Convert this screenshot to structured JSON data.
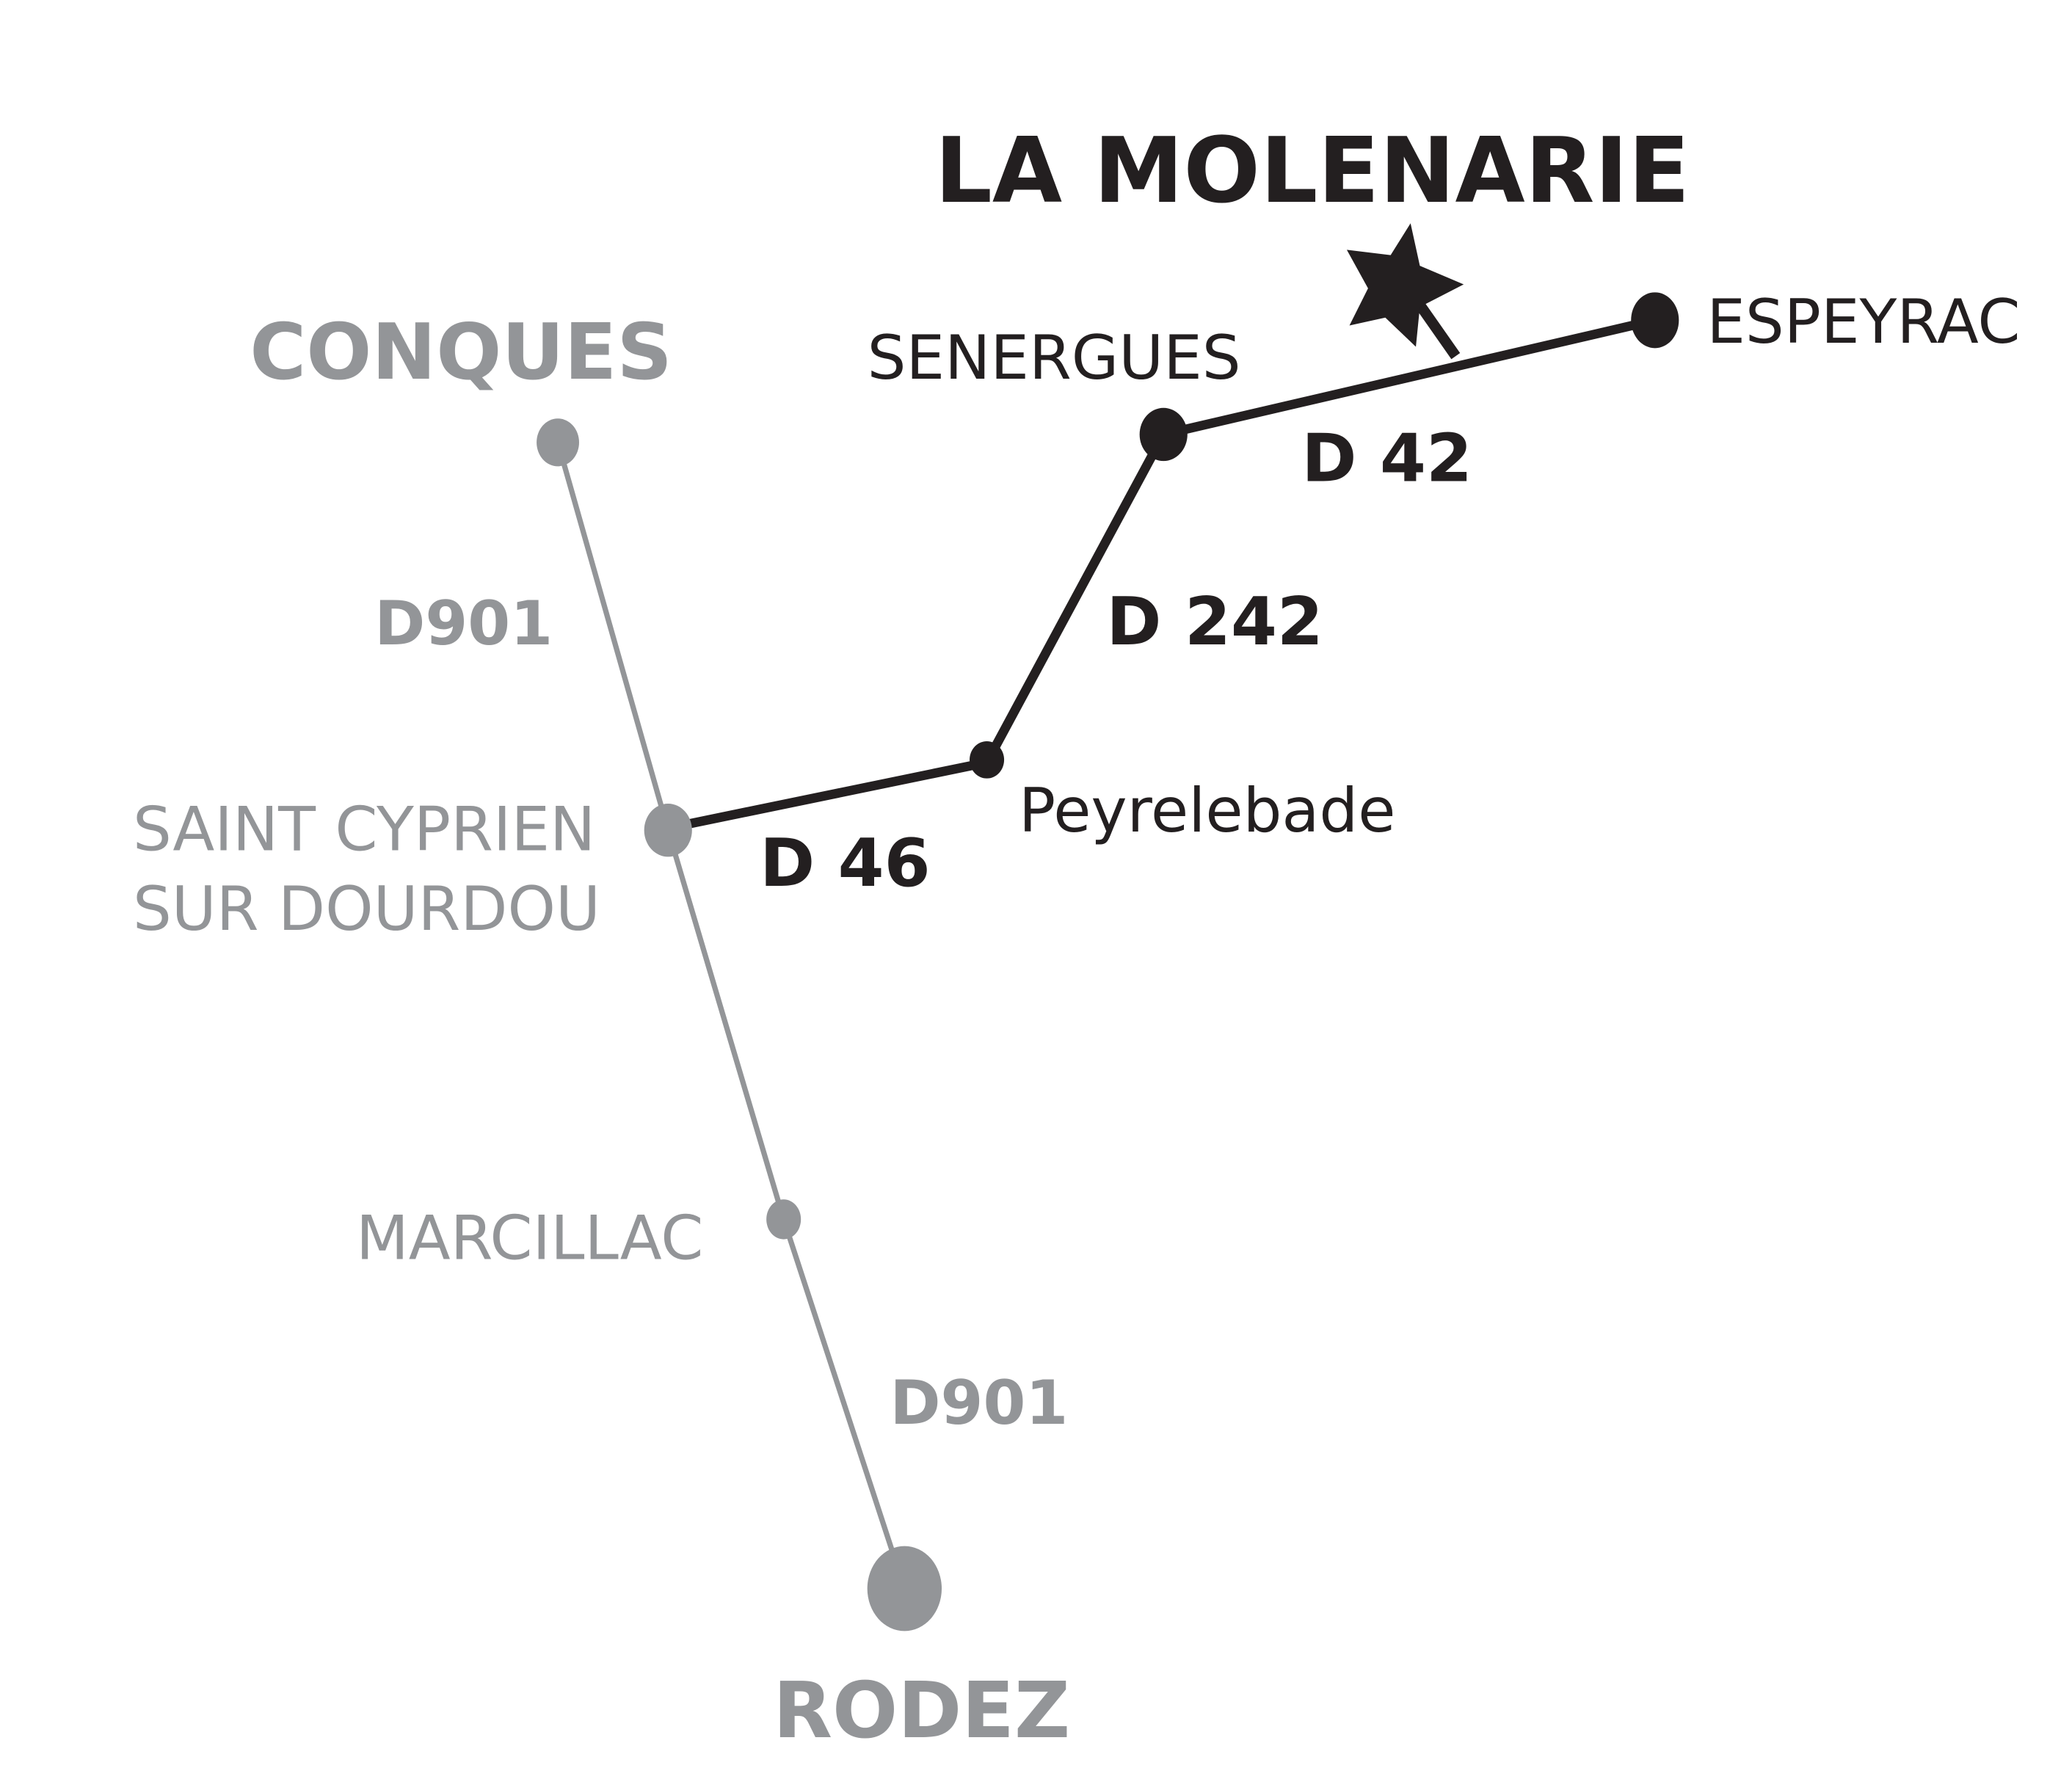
{
  "title": "LA MOLENARIE",
  "colors": {
    "primary_route": "#231f20",
    "secondary_route": "#939598",
    "background": "#ffffff"
  },
  "places": {
    "espeyrac": "ESPEYRAC",
    "senergues": "SENERGUES",
    "peyrelebade": "Peyrelebade",
    "conques": "CONQUES",
    "saint_cyprien_line1": "SAINT CYPRIEN",
    "saint_cyprien_line2": "SUR DOURDOU",
    "marcillac": "MARCILLAC",
    "rodez": "RODEZ"
  },
  "roads": {
    "d42": "D 42",
    "d242": "D 242",
    "d46": "D 46",
    "d901_north": "D901",
    "d901_south": "D901"
  },
  "destination_icon": "star-icon"
}
